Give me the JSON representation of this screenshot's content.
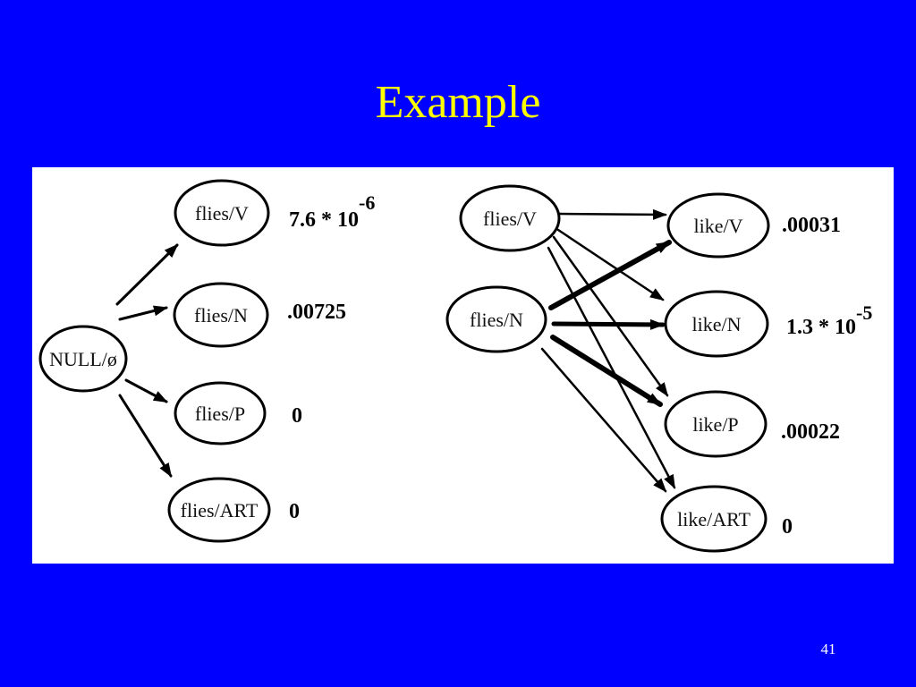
{
  "slide": {
    "title": "Example",
    "page_number": "41"
  },
  "left_lattice": {
    "start": {
      "label": "NULL/ø"
    },
    "states": [
      {
        "label": "flies/V",
        "mantissa": "7.6 * 10",
        "exponent": "-6"
      },
      {
        "label": "flies/N",
        "mantissa": ".00725",
        "exponent": ""
      },
      {
        "label": "flies/P",
        "mantissa": "0",
        "exponent": ""
      },
      {
        "label": "flies/ART",
        "mantissa": "0",
        "exponent": ""
      }
    ]
  },
  "right_lattice": {
    "sources": [
      {
        "label": "flies/V"
      },
      {
        "label": "flies/N"
      }
    ],
    "states": [
      {
        "label": "like/V",
        "mantissa": ".00031",
        "exponent": ""
      },
      {
        "label": "like/N",
        "mantissa": "1.3 * 10",
        "exponent": "-5"
      },
      {
        "label": "like/P",
        "mantissa": ".00022",
        "exponent": ""
      },
      {
        "label": "like/ART",
        "mantissa": "0",
        "exponent": ""
      }
    ]
  }
}
